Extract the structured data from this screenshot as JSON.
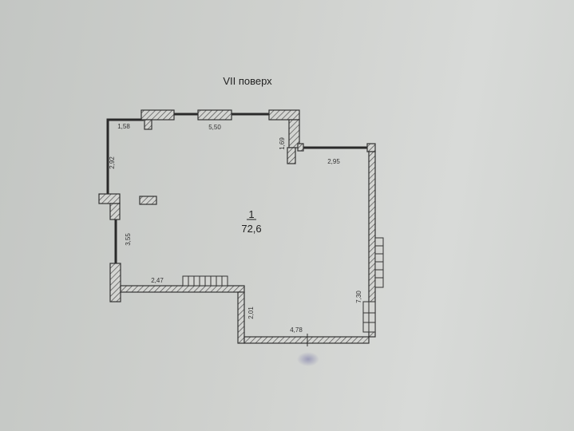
{
  "floor_title": "VII поверх",
  "room": {
    "number": "1",
    "area": "72,6"
  },
  "dimensions": {
    "top_left": "1,58",
    "top_middle": "5,50",
    "notch": "1,69",
    "top_right": "2,95",
    "left_upper": "2,92",
    "left_lower": "3,55",
    "bottom_left": "2,47",
    "step": "2,01",
    "bottom": "4,78",
    "right": "7,30"
  }
}
